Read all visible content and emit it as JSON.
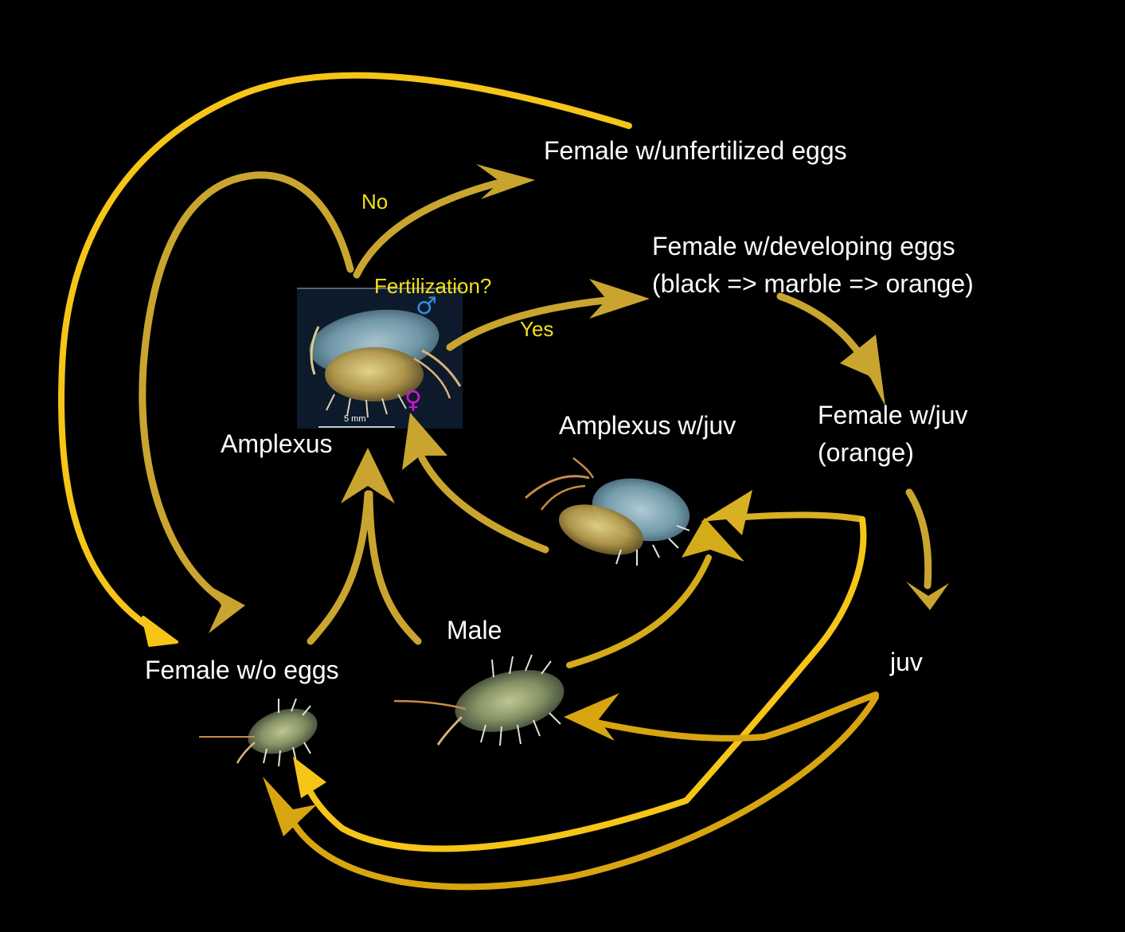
{
  "colors": {
    "background": "#000000",
    "arrow_bright": "#f5c518",
    "arrow_muted": "#c9a530",
    "arrow_deep": "#d8a511",
    "label": "#ffffff",
    "question": "#f2e21a",
    "male_symbol": "#2d8fd8",
    "female_symbol": "#d414d4"
  },
  "nodes": {
    "unfertilized": "Female w/unfertilized eggs",
    "developing_line1": "Female w/developing eggs",
    "developing_line2": "(black => marble => orange)",
    "amplexus": "Amplexus",
    "amplexus_juv": "Amplexus w/juv",
    "female_juv_line1": "Female w/juv",
    "female_juv_line2": "(orange)",
    "juv": "juv",
    "male": "Male",
    "female_no_eggs": "Female w/o eggs"
  },
  "decision": {
    "question": "Fertilization?",
    "no": "No",
    "yes": "Yes"
  },
  "symbols": {
    "male": "♂",
    "female": "♀"
  },
  "scale_bar": "5 mm"
}
